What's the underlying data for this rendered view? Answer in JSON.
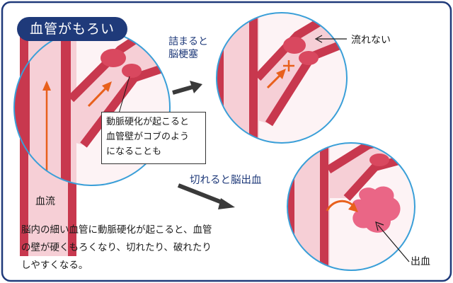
{
  "title": "血管がもろい",
  "labels": {
    "infarction_line1": "詰まると",
    "infarction_line2": "脳梗塞",
    "no_flow": "流れない",
    "rupture": "切れると脳出血",
    "blood_flow": "血流",
    "hemorrhage": "出血"
  },
  "callout": {
    "line1": "動脈硬化が起こると",
    "line2": "血管壁がコブのよう",
    "line3": "になることも"
  },
  "description": {
    "line1": "脳内の細い血管に動脈硬化が起こると、血管",
    "line2": "の壁が硬くもろくなり、切れたり、破れたり",
    "line3": "しやすくなる。"
  },
  "colors": {
    "navy": "#1f3a7a",
    "vessel_wall": "#c8384e",
    "vessel_lumen": "#f6cfd6",
    "hemorrhage": "#e8577a",
    "arrow_orange": "#e8601c",
    "circle_stroke": "#3a9fd8"
  }
}
